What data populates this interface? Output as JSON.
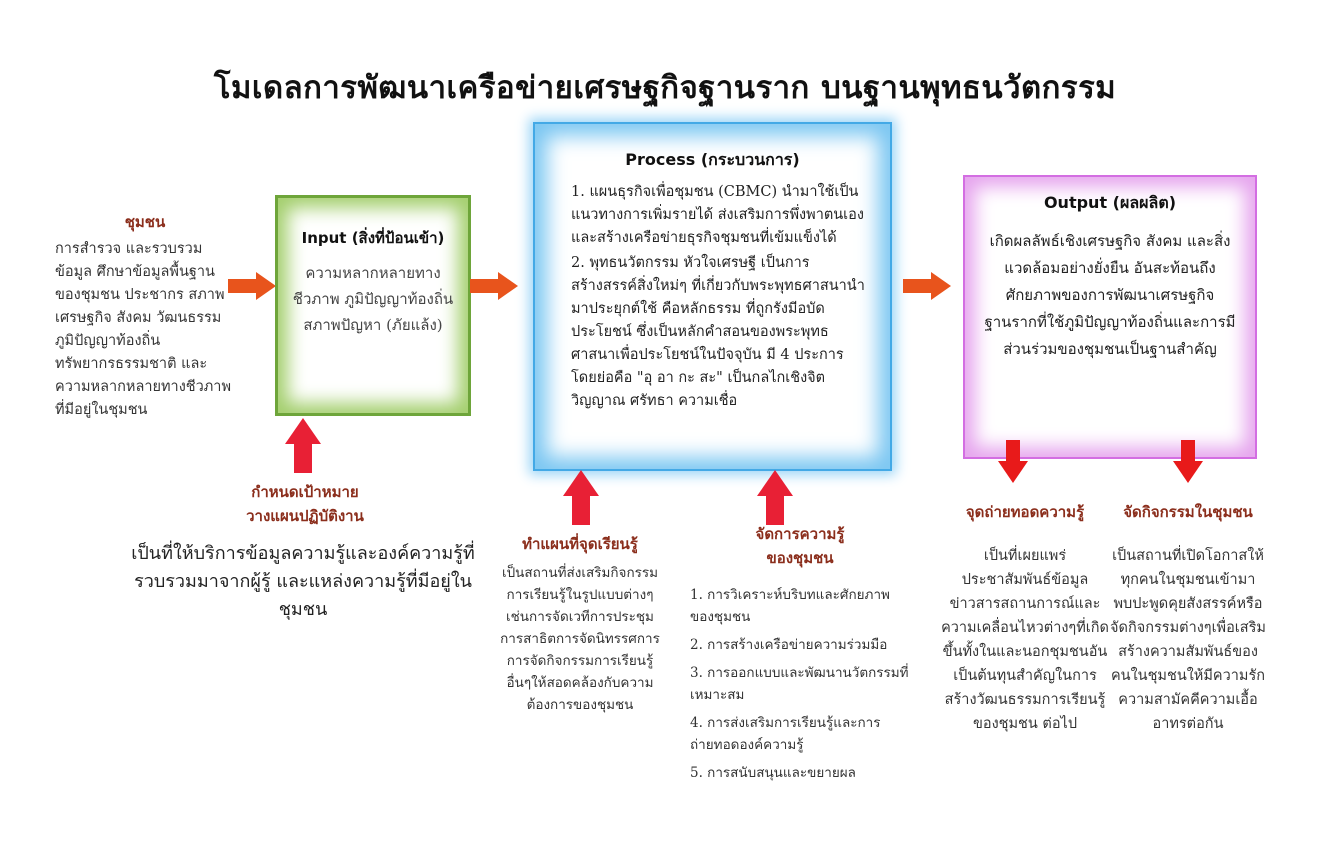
{
  "title": "โมเดลการพัฒนาเครือข่ายเศรษฐกิจฐานราก บนฐานพุทธนวัตกรรม",
  "community": {
    "heading": "ชุมชน",
    "text": "การสำรวจ และรวบรวมข้อมูล ศึกษาข้อมูลพื้นฐานของชุมชน ประชากร สภาพเศรษฐกิจ สังคม วัฒนธรรม ภูมิปัญญาท้องถิ่น ทรัพยากรธรรมชาติ และความหลากหลายทางชีวภาพ ที่มีอยู่ในชุมชน"
  },
  "input": {
    "heading": "Input (สิ่งที่ป้อนเข้า)",
    "text": "ความหลากหลายทางชีวภาพ ภูมิปัญญาท้องถิ่น สภาพปัญหา (ภัยแล้ง)"
  },
  "target": {
    "heading_line1": "กำหนดเป้าหมาย",
    "heading_line2": "วางแผนปฏิบัติงาน",
    "text": "เป็นที่ให้บริการข้อมูลความรู้และองค์ความรู้ที่ รวบรวมมาจากผู้รู้ และแหล่งความรู้ที่มีอยู่ในชุมชน"
  },
  "process": {
    "heading": "Process (กระบวนการ)",
    "items": [
      "1. แผนธุรกิจเพื่อชุมชน (CBMC) นำมาใช้เป็นแนวทางการเพิ่มรายได้ ส่งเสริมการพึ่งพาตนเอง และสร้างเครือข่ายธุรกิจชุมชนที่เข้มแข็งได้",
      "2. พุทธนวัตกรรม หัวใจเศรษฐี เป็นการสร้างสรรค์สิ่งใหม่ๆ ที่เกี่ยวกับพระพุทธศาสนานำมาประยุกต์ใช้ คือหลักธรรม ที่ถูกรังมีอบัด ประโยชน์ ซึ่งเป็นหลักคำสอนของพระพุทธศาสนาเพื่อประโยชน์ในปัจจุบัน มี 4 ประการ โดยย่อคือ \"อุ อา กะ สะ\" เป็นกลไกเชิงจิตวิญญาณ ศรัทธา ความเชื่อ"
    ]
  },
  "learning_point": {
    "heading": "ทำแผนที่จุดเรียนรู้",
    "text": "เป็นสถานที่ส่งเสริมกิจกรรมการเรียนรู้ในรูปแบบต่างๆ เช่นการจัดเวทีการประชุม การสาธิตการจัดนิทรรศการ การจัดกิจกรรมการเรียนรู้อื่นๆให้สอดคล้องกับความต้องการของชุมชน"
  },
  "knowledge_mgmt": {
    "heading_line1": "จัดการความรู้",
    "heading_line2": "ของชุมชน",
    "items": [
      "1. การวิเคราะห์บริบทและศักยภาพของชุมชน",
      "2. การสร้างเครือข่ายความร่วมมือ",
      "3. การออกแบบและพัฒนานวัตกรรมที่เหมาะสม",
      "4. การส่งเสริมการเรียนรู้และการถ่ายทอดองค์ความรู้",
      "5. การสนับสนุนและขยายผล"
    ]
  },
  "output": {
    "heading": "Output (ผลผลิต)",
    "text": "เกิดผลลัพธ์เชิงเศรษฐกิจ สังคม และสิ่งแวดล้อมอย่างยั่งยืน อันสะท้อนถึงศักยภาพของการพัฒนาเศรษฐกิจฐานรากที่ใช้ภูมิปัญญาท้องถิ่นและการมีส่วนร่วมของชุมชนเป็นฐานสำคัญ"
  },
  "transfer_point": {
    "heading": "จุดถ่ายทอดความรู้",
    "text": "เป็นที่เผยแพร่ ประชาสัมพันธ์ข้อมูลข่าวสารสถานการณ์และความเคลื่อนไหวต่างๆที่เกิดขึ้นทั้งในและนอกชุมชนอันเป็นต้นทุนสำคัญในการสร้างวัฒนธรรมการเรียนรู้ของชุมชน ต่อไป"
  },
  "community_activities": {
    "heading": "จัดกิจกรรมในชุมชน",
    "text": "เป็นสถานที่เปิดโอกาสให้ทุกคนในชุมชนเข้ามาพบปะพูดคุยสังสรรค์หรือจัดกิจกรรมต่างๆเพื่อเสริมสร้างความสัมพันธ์ของคนในชุมชนให้มีความรักความสามัคคีความเอื้ออาทรต่อกัน"
  },
  "colors": {
    "arrow_orange": "#e8541c",
    "arrow_red": "#e82035",
    "heading_brown": "#8b2e1c",
    "input_green": "#6ea53a",
    "process_blue": "#43a9e6",
    "output_violet": "#d36ee2"
  }
}
